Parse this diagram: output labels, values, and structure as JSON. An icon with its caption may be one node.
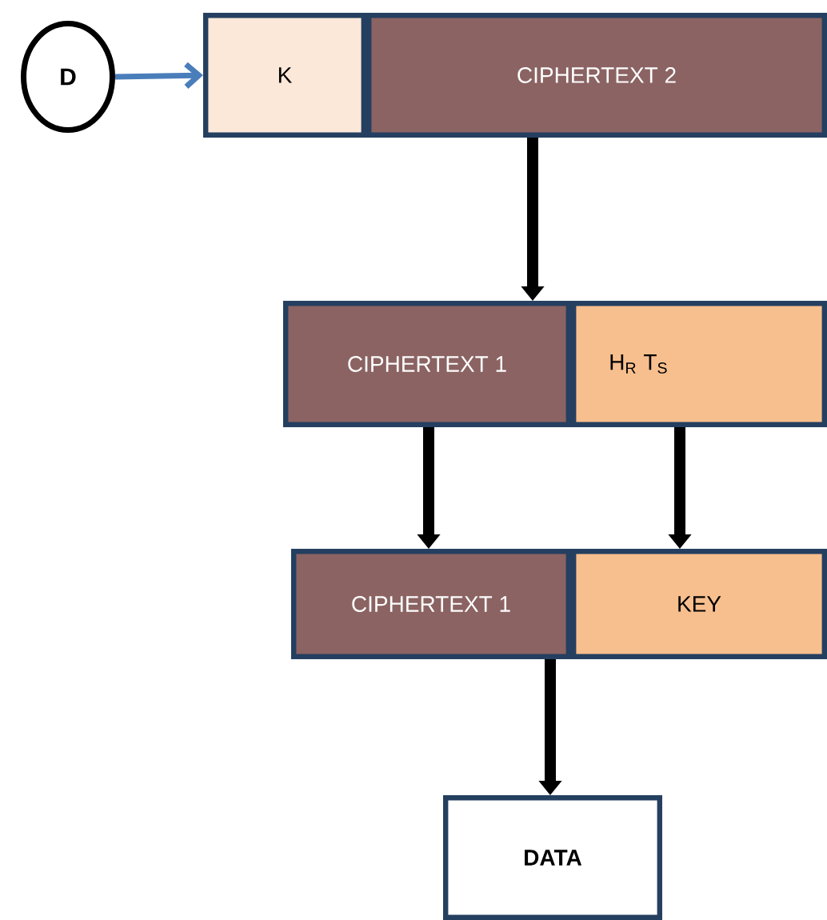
{
  "diagram": {
    "nodes": [
      {
        "text": [
          "D"
        ]
      },
      {
        "text": [
          "K"
        ]
      },
      {
        "text": [
          "CIPHERTEXT 2"
        ]
      },
      {
        "text": [
          "CIPHERTEXT 1"
        ]
      },
      {
        "text": [
          "H$_{R}$ T$_{S}$"
        ]
      },
      {
        "text": [
          "CIPHERTEXT 1"
        ]
      },
      {
        "text": [
          "KEY"
        ]
      },
      {
        "text": [
          "DATA"
        ]
      }
    ],
    "edges": [
      {
        "from": 0,
        "to": 1,
        "arrow": "to",
        "color": "#4a7ebb"
      },
      {
        "from": 2,
        "to": 3,
        "arrow": "to"
      },
      {
        "from": 3,
        "to": 5,
        "arrow": "to"
      },
      {
        "from": 4,
        "to": 6,
        "arrow": "to"
      },
      {
        "from": 5,
        "to": 7,
        "arrow": "to"
      }
    ]
  }
}
